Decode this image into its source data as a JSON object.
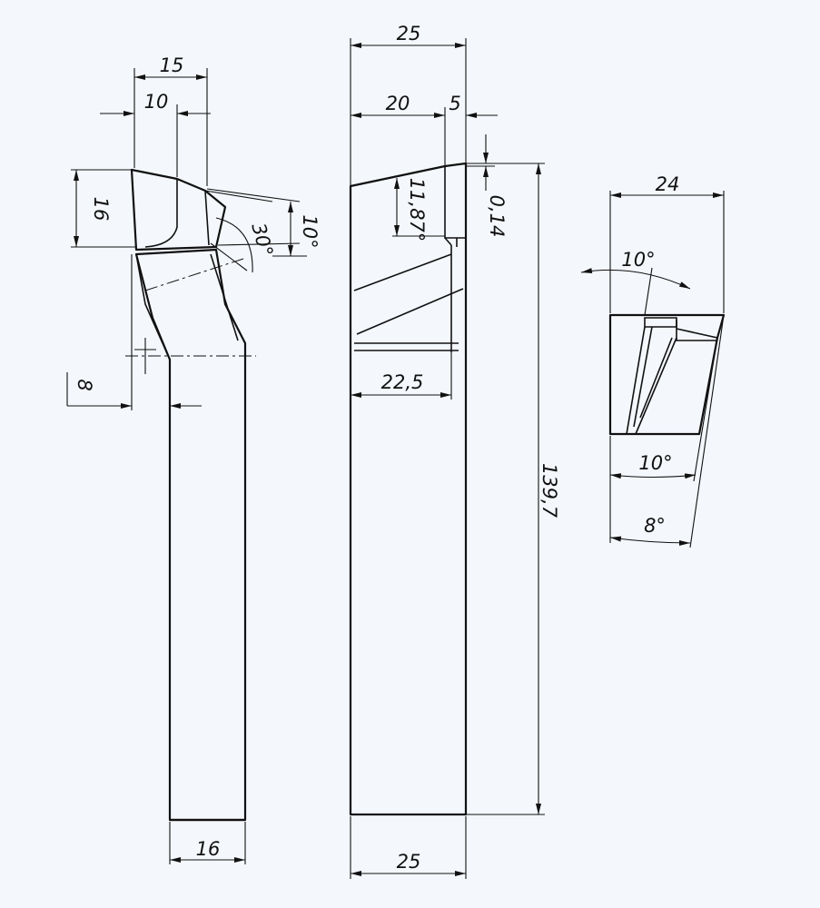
{
  "side_view": {
    "width_15": "15",
    "width_10": "10",
    "height_16": "16",
    "angle_30": "30°",
    "angle_10": "10°",
    "offset_8": "8",
    "shank_16": "16"
  },
  "front_view": {
    "width_25_top": "25",
    "width_20": "20",
    "width_5": "5",
    "height_11_87": "11,87°",
    "height_0_14": "0,14",
    "length_22_5": "22,5",
    "length_139_7": "139,7",
    "width_25_bottom": "25"
  },
  "tip_view": {
    "width_24": "24",
    "angle_top_10": "10°",
    "angle_bottom_10": "10°",
    "angle_8": "8°"
  }
}
